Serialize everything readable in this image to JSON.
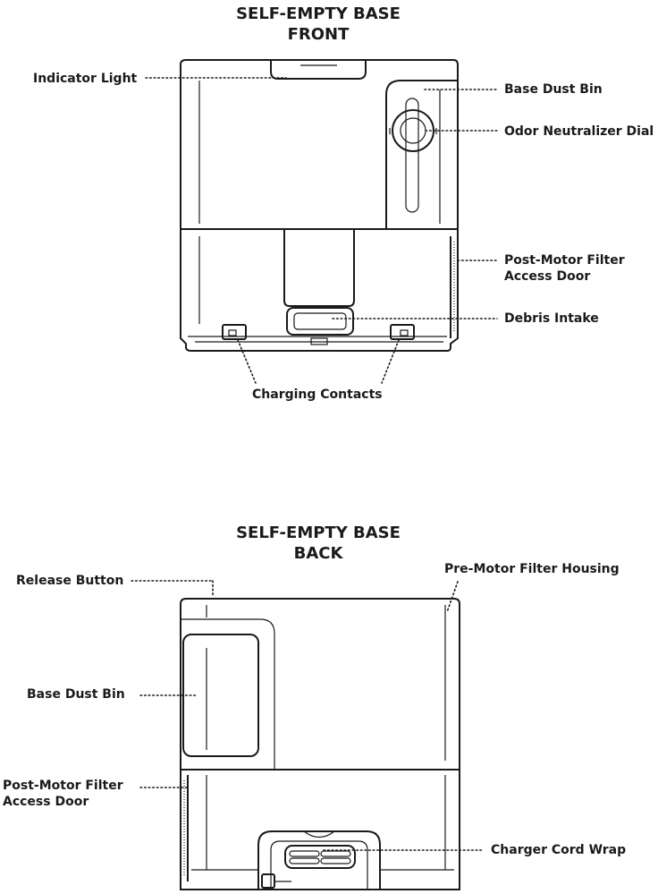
{
  "front": {
    "title_line1": "SELF-EMPTY BASE",
    "title_line2": "FRONT",
    "labels": {
      "indicator_light": "Indicator Light",
      "base_dust_bin": "Base Dust Bin",
      "odor_neutralizer_dial": "Odor Neutralizer Dial",
      "post_motor_filter_line1": "Post-Motor Filter",
      "post_motor_filter_line2": "Access Door",
      "debris_intake": "Debris Intake",
      "charging_contacts": "Charging Contacts"
    }
  },
  "back": {
    "title_line1": "SELF-EMPTY BASE",
    "title_line2": "BACK",
    "labels": {
      "release_button": "Release Button",
      "pre_motor_filter_housing": "Pre-Motor Filter Housing",
      "base_dust_bin": "Base Dust Bin",
      "post_motor_filter_line1": "Post-Motor Filter",
      "post_motor_filter_line2": "Access Door",
      "charger_cord_wrap": "Charger Cord Wrap"
    }
  }
}
